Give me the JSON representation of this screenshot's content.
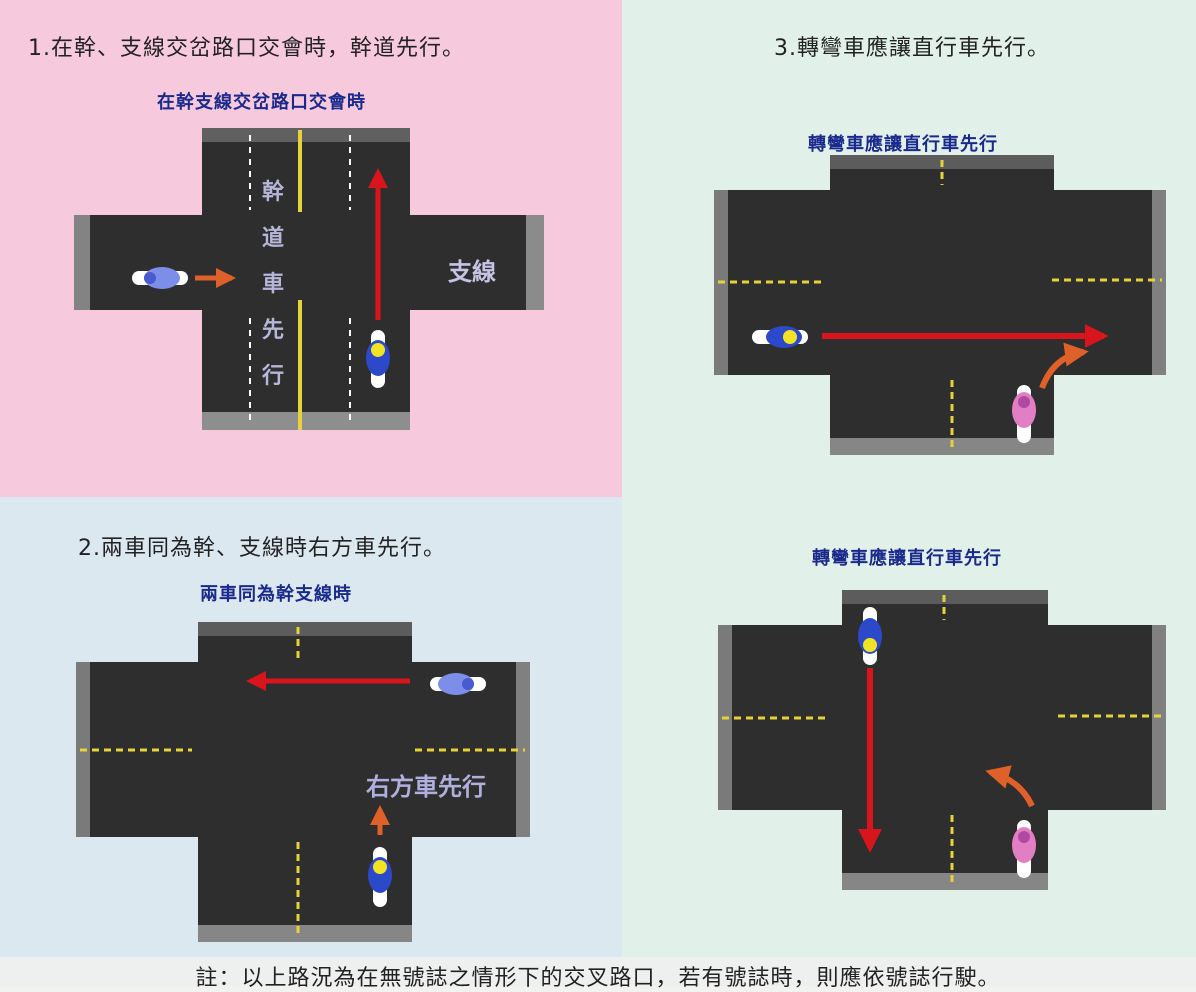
{
  "panel1": {
    "heading": "1.在幹、支線交岔路口交會時，幹道先行。",
    "caption": "在幹支線交岔路口交會時",
    "vertical_label": [
      "幹",
      "道",
      "車",
      "先",
      "行"
    ],
    "side_label": "支線"
  },
  "panel2": {
    "heading": "2.兩車同為幹、支線時右方車先行。",
    "caption": "兩車同為幹支線時",
    "road_label": "右方車先行"
  },
  "panel3": {
    "heading": "3.轉彎車應讓直行車先行。",
    "caption_top": "轉彎車應讓直行車先行",
    "caption_bottom": "轉彎車應讓直行車先行"
  },
  "footer": {
    "note": "註：以上路況為在無號誌之情形下的交叉路口，若有號誌時，則應依號誌行駛。"
  },
  "colors": {
    "panel1_bg": "#f7c9dc",
    "panel2_bg": "#dce8f0",
    "panel3_bg": "#e2f0ea",
    "road": "#2e2e2e",
    "arrow_red": "#d8141c",
    "turn_arrow": "#e0602a",
    "center_line_yellow": "#e6d23a",
    "caption_blue": "#1a2a8c"
  },
  "icons": [
    "scooter-blue-icon",
    "scooter-pink-icon",
    "straight-arrow-icon",
    "turn-arrow-icon"
  ]
}
